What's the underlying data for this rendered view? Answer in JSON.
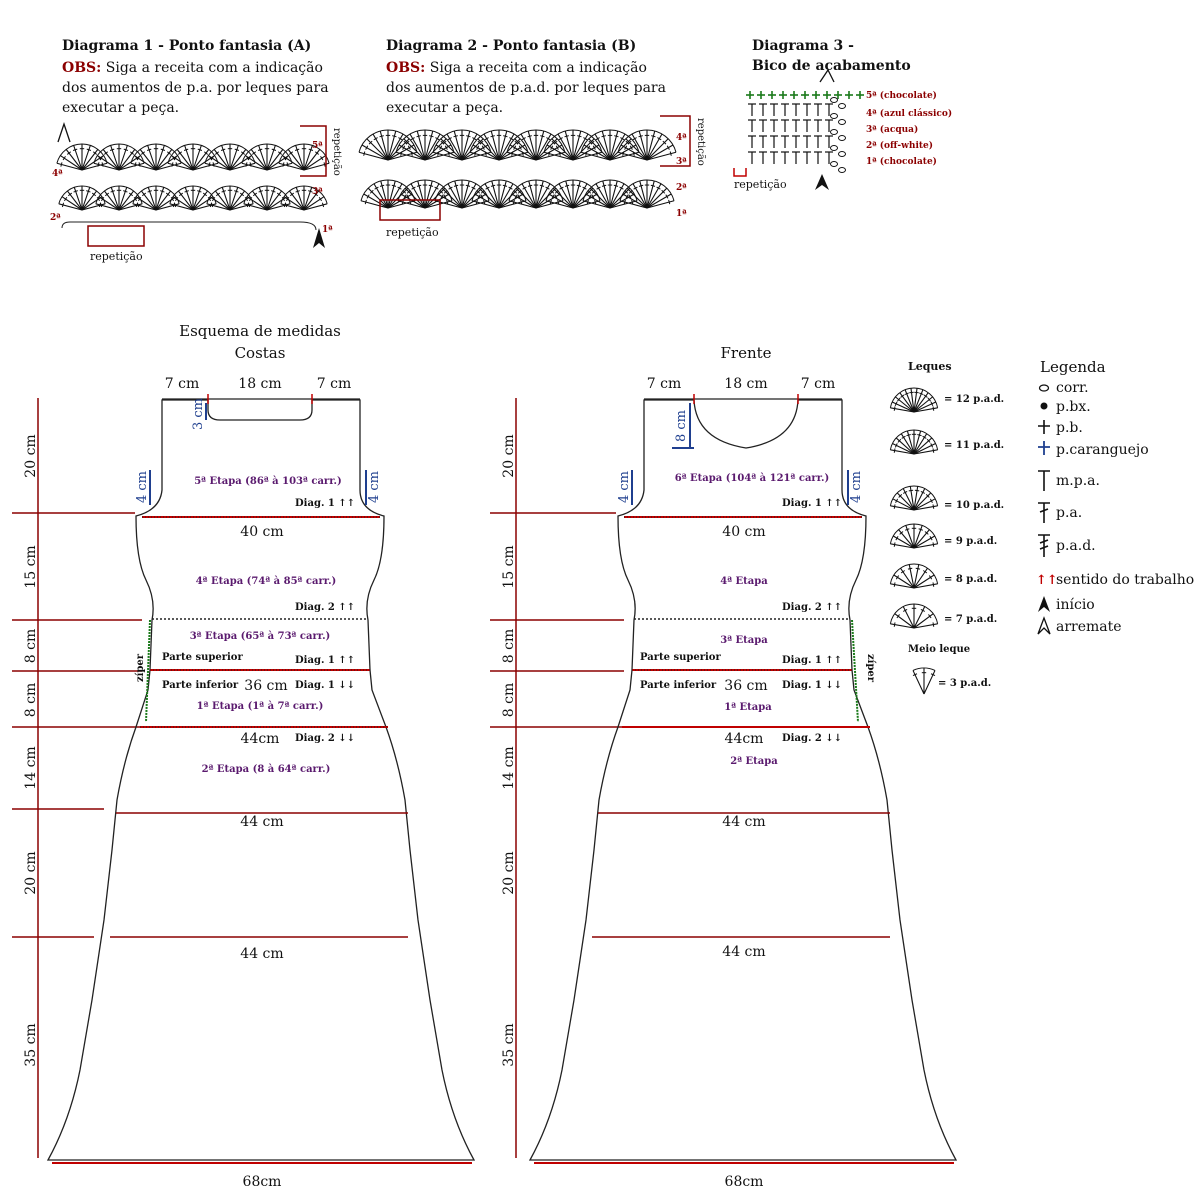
{
  "diagrams": {
    "d1": {
      "title": "Diagrama 1 - Ponto fantasia (A)",
      "obs_label": "OBS:",
      "obs_line1": " Siga a receita com a indicação",
      "obs_line2": "dos aumentos de p.a. por leques para",
      "obs_line3": "executar a peça.",
      "rows": [
        "1ª",
        "2ª",
        "3ª",
        "4ª",
        "5ª"
      ],
      "repeat": "repetição"
    },
    "d2": {
      "title": "Diagrama 2 - Ponto fantasia (B)",
      "obs_label": "OBS:",
      "obs_line1": " Siga a receita com a indicação",
      "obs_line2": "dos aumentos de p.a.d. por leques para",
      "obs_line3": "executar a peça.",
      "rows": [
        "1ª",
        "2ª",
        "3ª",
        "4ª"
      ],
      "repeat": "repetição"
    },
    "d3": {
      "title1": "Diagrama 3 -",
      "title2": "Bico de acabamento",
      "rows": [
        "5ª (chocolate)",
        "4ª (azul clássico)",
        "3ª (acqua)",
        "2ª (off-white)",
        "1ª (chocolate)"
      ],
      "repeat": "repetição"
    }
  },
  "back": {
    "title1": "Esquema de medidas",
    "title2": "Costas",
    "top_left": "7 cm",
    "top_mid": "18 cm",
    "top_right": "7 cm",
    "neck_depth": "3 cm",
    "arm_left": "4 cm",
    "arm_right": "4 cm",
    "stage5": "5ª Etapa (86ª à 103ª carr.)",
    "stage4": "4ª Etapa (74ª à 85ª carr.)",
    "stage3": "3ª Etapa (65ª à 73ª carr.)",
    "stage1": "1ª Etapa (1ª à 7ª carr.)",
    "stage2": "2ª Etapa (8 à 64ª carr.)",
    "w40": "40 cm",
    "w36": "36 cm",
    "w44a": "44cm",
    "w44b": "44 cm",
    "w44c": "44 cm",
    "w68": "68cm",
    "upper": "Parte superior",
    "lower": "Parte inferior",
    "zipper": "zíper",
    "diag1_up": "Diag. 1 ↑↑",
    "diag2_up": "Diag. 2 ↑↑",
    "diag1_up2": "Diag. 1 ↑↑",
    "diag1_down": "Diag. 1 ↓↓",
    "diag2_down": "Diag. 2 ↓↓",
    "v20a": "20 cm",
    "v15": "15 cm",
    "v8a": "8 cm",
    "v8b": "8 cm",
    "v14": "14 cm",
    "v20b": "20 cm",
    "v35": "35 cm"
  },
  "front": {
    "title": "Frente",
    "top_left": "7 cm",
    "top_mid": "18 cm",
    "top_right": "7 cm",
    "neck_depth": "8 cm",
    "arm_left": "4 cm",
    "arm_right": "4 cm",
    "stage6": "6ª Etapa (104ª à 121ª carr.)",
    "stage4": "4ª Etapa",
    "stage3": "3ª Etapa",
    "stage1": "1ª Etapa",
    "stage2": "2ª Etapa",
    "w40": "40 cm",
    "w36": "36 cm",
    "w44a": "44cm",
    "w44b": "44 cm",
    "w44c": "44 cm",
    "w68": "68cm",
    "upper": "Parte superior",
    "lower": "Parte inferior",
    "zipper": "zíper",
    "diag1_up": "Diag. 1 ↑↑",
    "diag2_up": "Diag. 2 ↑↑",
    "diag1_up2": "Diag. 1 ↑↑",
    "diag1_down": "Diag. 1 ↓↓",
    "diag2_down": "Diag. 2 ↓↓",
    "v20a": "20 cm",
    "v15": "15 cm",
    "v8a": "8 cm",
    "v8b": "8 cm",
    "v14": "14 cm",
    "v20b": "20 cm",
    "v35": "35 cm"
  },
  "leques": {
    "title": "Leques",
    "items": [
      "= 12 p.a.d.",
      "= 11 p.a.d.",
      "= 10 p.a.d.",
      "= 9 p.a.d.",
      "= 8 p.a.d.",
      "= 7 p.a.d."
    ],
    "half_title": "Meio leque",
    "half_item": "= 3 p.a.d."
  },
  "legend": {
    "title": "Legenda",
    "items": [
      "corr.",
      "p.bx.",
      "p.b.",
      "p.caranguejo",
      "m.p.a.",
      "p.a.",
      "p.a.d.",
      "sentido do trabalho",
      "início",
      "arremate"
    ]
  },
  "colors": {
    "dark_red": "#8b0000",
    "line_red": "#c00000",
    "purple": "#5a1a6e",
    "blue": "#1f3f8f",
    "green": "#1a7a1a",
    "black": "#111111"
  }
}
